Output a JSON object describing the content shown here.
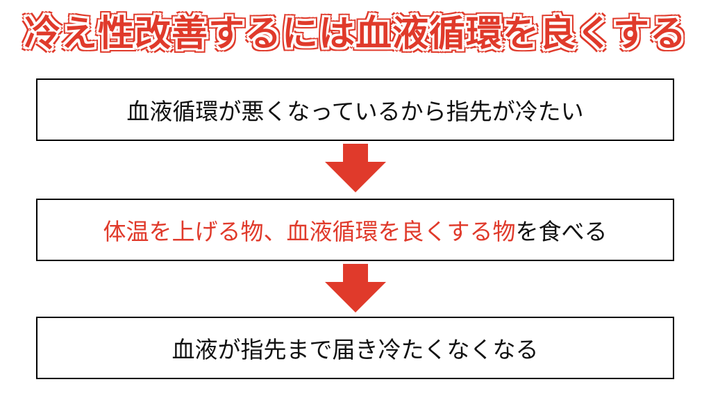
{
  "title": "冷え性改善するには血液循環を良くする",
  "colors": {
    "accent": "#e03a2b",
    "text": "#111111",
    "border": "#000000"
  },
  "steps": [
    {
      "text": "血液循環が悪くなっているから指先が冷たい"
    },
    {
      "segments": [
        {
          "text": "体温を上げる物",
          "highlight": true
        },
        {
          "text": "、",
          "highlight": false
        },
        {
          "text": "血液循環を良くする物",
          "highlight": true
        },
        {
          "text": "を食べる",
          "highlight": false
        }
      ]
    },
    {
      "text": "血液が指先まで届き冷たくなくなる"
    }
  ]
}
